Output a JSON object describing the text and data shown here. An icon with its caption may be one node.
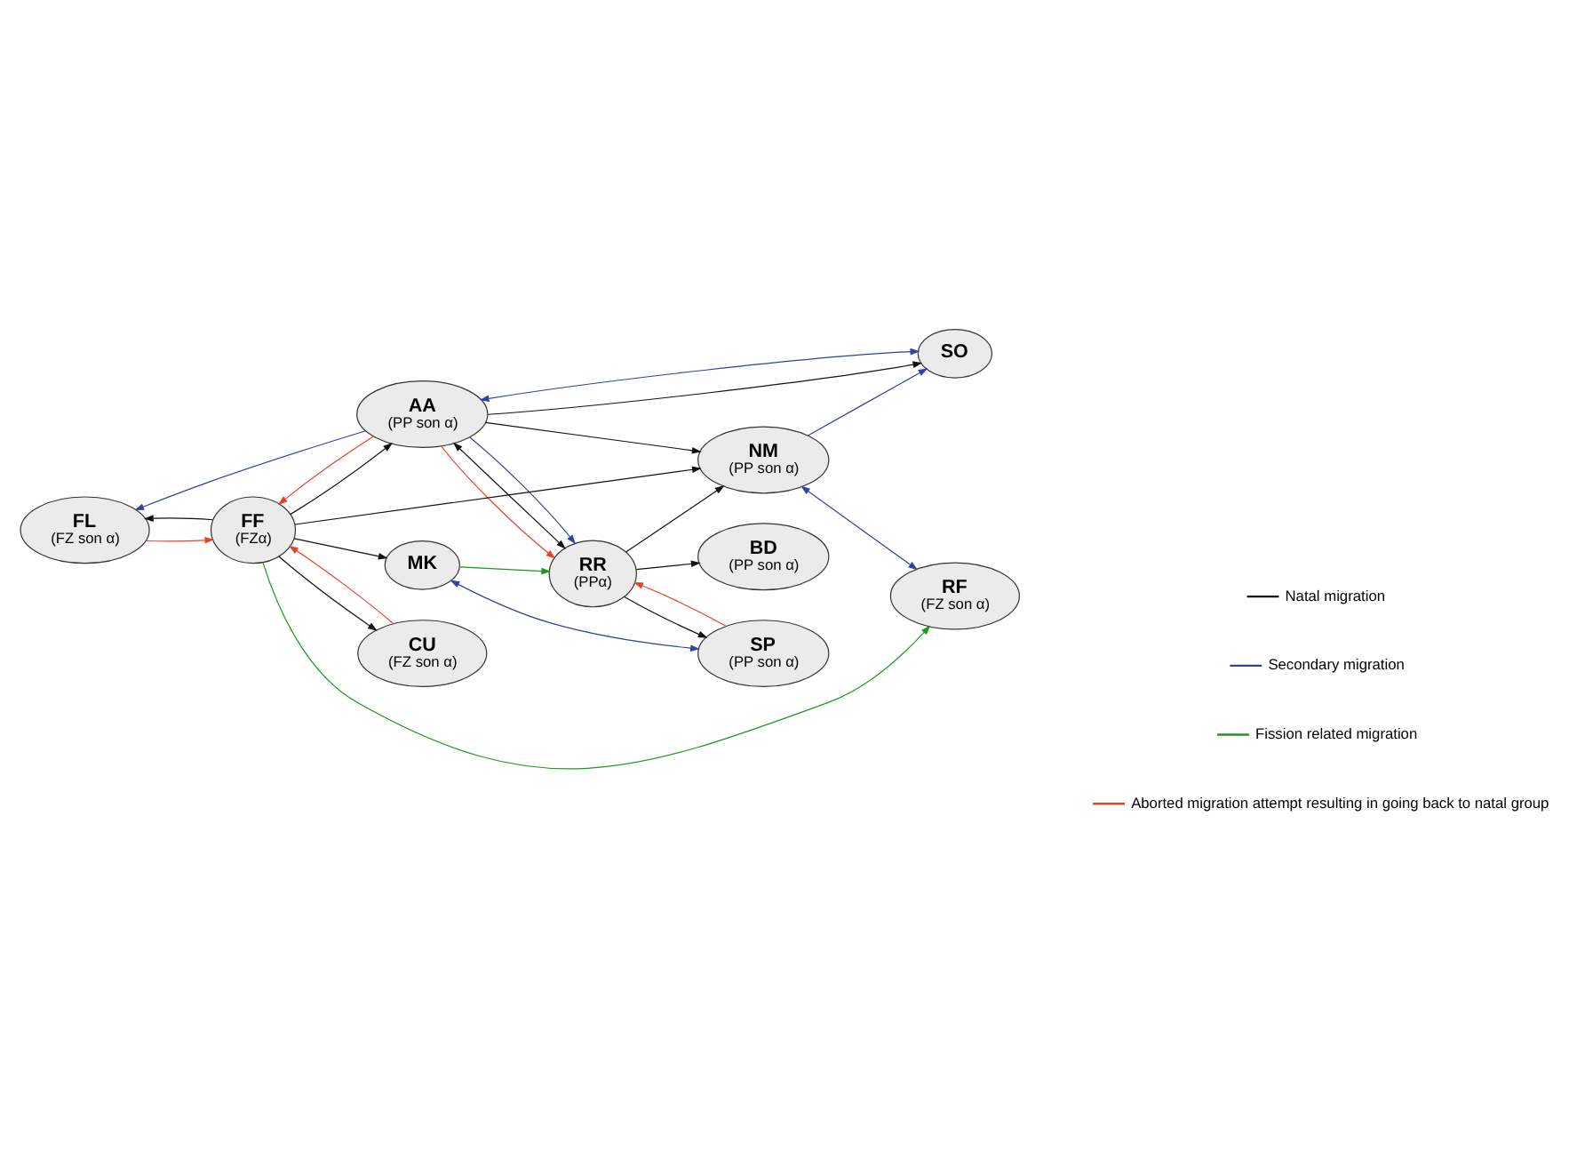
{
  "diagram": {
    "nodes": [
      {
        "text": [
          "FL",
          "(FZ son α)"
        ]
      },
      {
        "text": [
          "AA",
          "(PP son α)"
        ]
      },
      {
        "text": [
          "SO"
        ]
      },
      {
        "text": [
          "FF",
          "(FZα)"
        ]
      },
      {
        "text": [
          "NM",
          "(PP son α)"
        ]
      },
      {
        "text": [
          "RR",
          "(PPα)"
        ]
      },
      {
        "text": [
          "BD",
          "(PP son α)"
        ]
      },
      {
        "text": [
          "MK"
        ]
      },
      {
        "text": [
          "SP",
          "(PP son α)"
        ]
      },
      {
        "text": [
          "RF",
          "(FZ son α)"
        ]
      },
      {
        "text": [
          "CU",
          "(FZ son α)"
        ]
      }
    ],
    "edges": [
      {
        "from": 1,
        "to": 0,
        "arrow": "to",
        "color": "#3340a0"
      },
      {
        "from": 1,
        "to": 2,
        "arrow": "to"
      },
      {
        "from": 1,
        "to": 2,
        "arrow": "both",
        "color": "#3340a0"
      },
      {
        "from": 0,
        "to": 3,
        "arrow": "to",
        "color": "#e8402a"
      },
      {
        "from": 3,
        "to": 0,
        "arrow": "to"
      },
      {
        "from": 1,
        "to": 3,
        "arrow": "to",
        "color": "#e8402a"
      },
      {
        "from": 3,
        "to": 1,
        "arrow": "to"
      },
      {
        "from": 1,
        "to": 4,
        "arrow": "to"
      },
      {
        "from": 4,
        "to": 2,
        "arrow": "to",
        "color": "#3340a0"
      },
      {
        "from": 1,
        "to": 5,
        "arrow": "to",
        "color": "#e8402a"
      },
      {
        "from": 1,
        "to": 5,
        "arrow": "both"
      },
      {
        "from": 1,
        "to": 5,
        "arrow": "to",
        "color": "#3340a0"
      },
      {
        "from": 3,
        "to": 4,
        "arrow": "to"
      },
      {
        "from": 5,
        "to": 4,
        "arrow": "to"
      },
      {
        "from": 5,
        "to": 6,
        "arrow": "to"
      },
      {
        "from": 3,
        "to": 7,
        "arrow": "to"
      },
      {
        "from": 7,
        "to": 5,
        "arrow": "to",
        "color": "#1a9a1a"
      },
      {
        "from": 5,
        "to": 8,
        "arrow": "to"
      },
      {
        "from": 8,
        "to": 5,
        "arrow": "to",
        "color": "#e8402a"
      },
      {
        "from": 7,
        "to": 8,
        "arrow": "both",
        "color": "#3340a0"
      },
      {
        "from": 3,
        "to": 9,
        "arrow": "to",
        "color": "#1a9a1a"
      },
      {
        "from": 4,
        "to": 9,
        "arrow": "both",
        "color": "#3340a0"
      },
      {
        "from": 3,
        "to": 10,
        "arrow": "to"
      },
      {
        "from": 10,
        "to": 3,
        "arrow": "to",
        "color": "#e8402a"
      }
    ],
    "legend": [
      {
        "text": "Natal migration",
        "color": "#111111"
      },
      {
        "text": "Secondary migration",
        "color": "#3340a0"
      },
      {
        "text": "Fission related migration",
        "color": "#1a9a1a"
      },
      {
        "text": "Aborted migration attempt resulting in going back to natal group",
        "color": "#e8402a"
      }
    ]
  }
}
